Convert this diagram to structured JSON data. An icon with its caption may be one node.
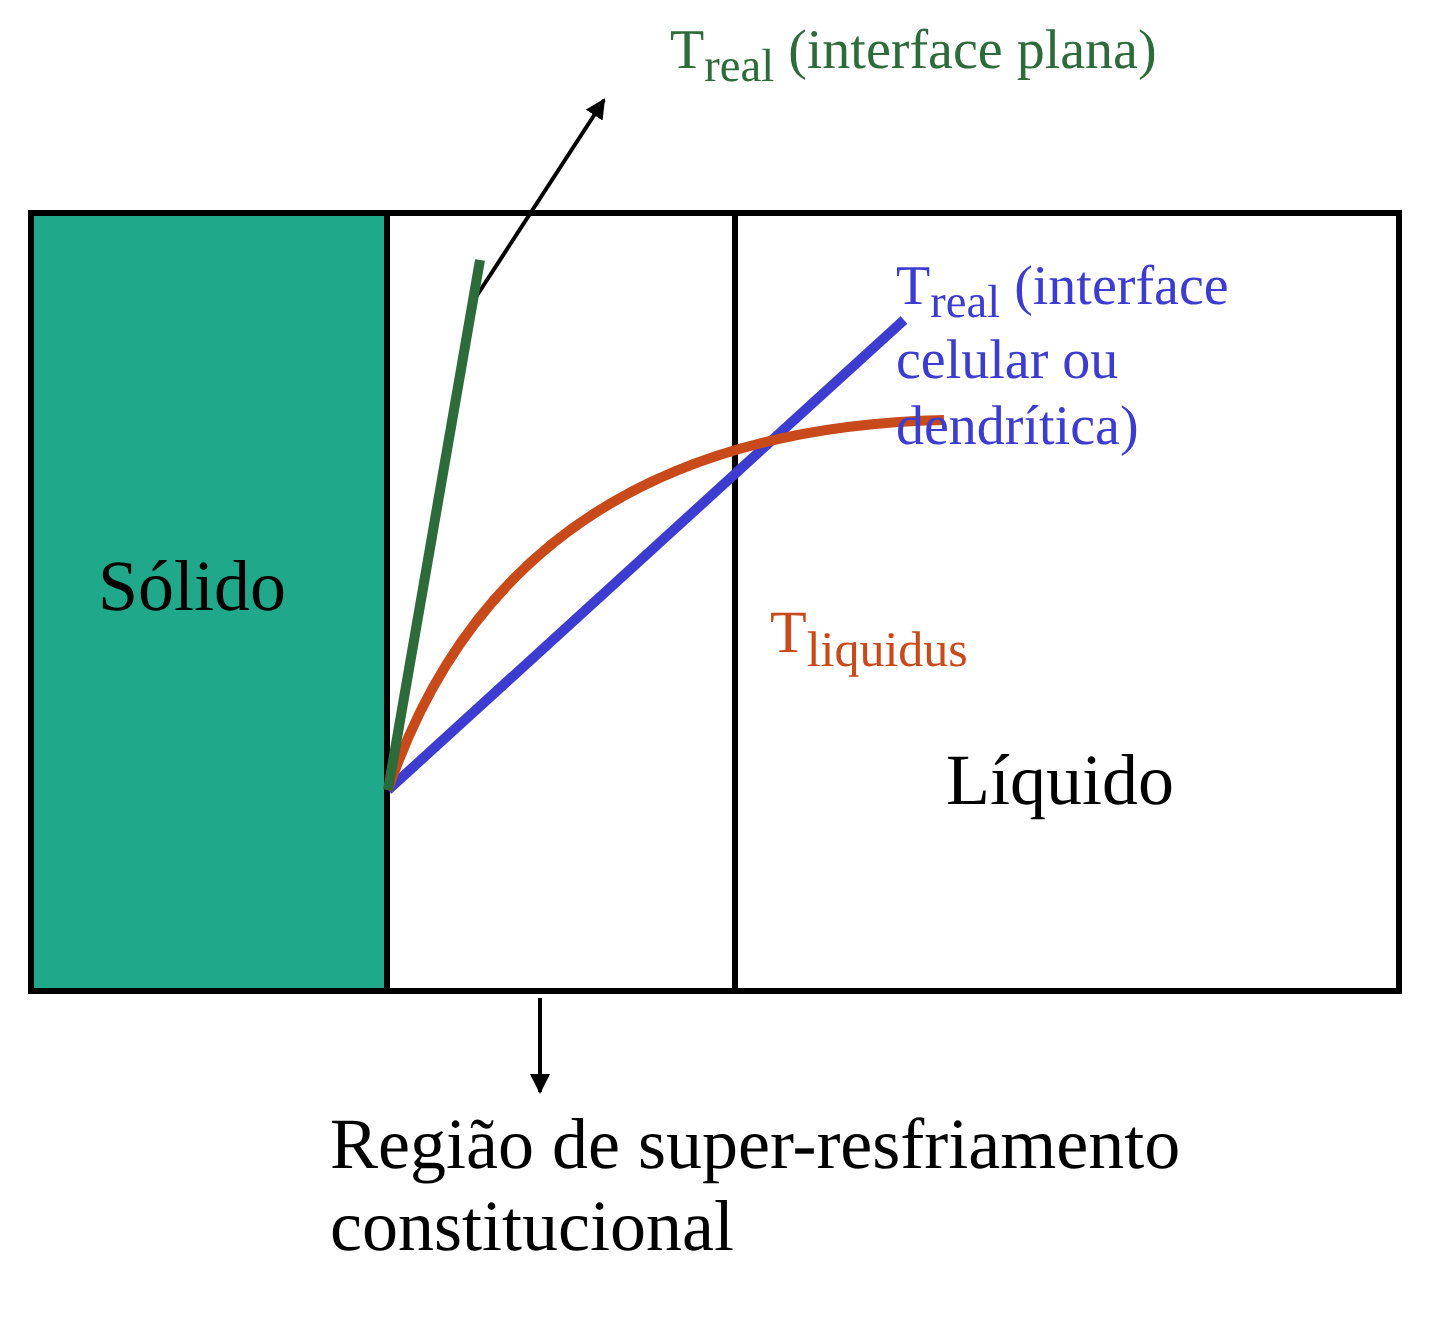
{
  "diagram": {
    "nodes": [
      {
        "text": [
          "Sólido"
        ]
      },
      {
        "text": [],
        "shape": "box"
      },
      {
        "text": [
          "Líquido"
        ]
      },
      {
        "text": [
          "T$_{real}$ (interface plana)"
        ]
      },
      {
        "text": [],
        "shape": "line",
        "in": 1
      },
      {
        "text": [
          "Região de super-resfriamento constitucional"
        ]
      },
      {
        "text": [],
        "shape": "line"
      },
      {
        "text": [],
        "shape": "curve"
      }
    ],
    "edges": [
      {
        "from": 4,
        "to": 3,
        "arrow": "to"
      },
      {
        "from": 1,
        "to": 5,
        "arrow": "to"
      }
    ],
    "labels": [
      "T$_{real}$ (interface celular ou dendrítica)",
      "T$_{liquidus}$"
    ]
  }
}
